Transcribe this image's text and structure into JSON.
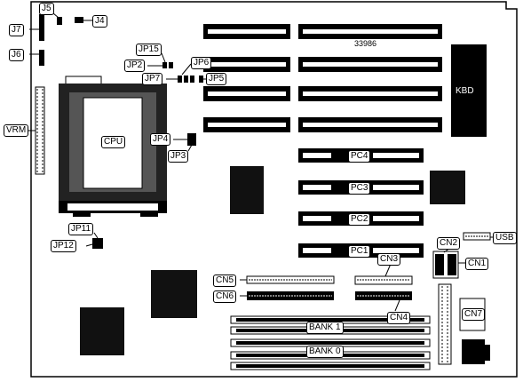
{
  "board_id": "33986",
  "labels": {
    "j5": "J5",
    "j4": "J4",
    "j7": "J7",
    "j6": "J6",
    "jp15": "JP15",
    "jp2": "JP2",
    "jp6": "JP6",
    "jp7": "JP7",
    "jp5": "JP5",
    "vrm": "VRM",
    "cpu": "CPU",
    "jp4": "JP4",
    "jp3": "JP3",
    "jp11": "JP11",
    "jp12": "JP12",
    "kbd": "KBD",
    "pc4": "PC4",
    "pc3": "PC3",
    "pc2": "PC2",
    "pc1": "PC1",
    "usb": "USB",
    "cn2": "CN2",
    "cn1": "CN1",
    "cn3": "CN3",
    "cn5": "CN5",
    "cn6": "CN6",
    "cn4": "CN4",
    "cn7": "CN7",
    "bank1": "BANK 1",
    "bank0": "BANK 0"
  }
}
